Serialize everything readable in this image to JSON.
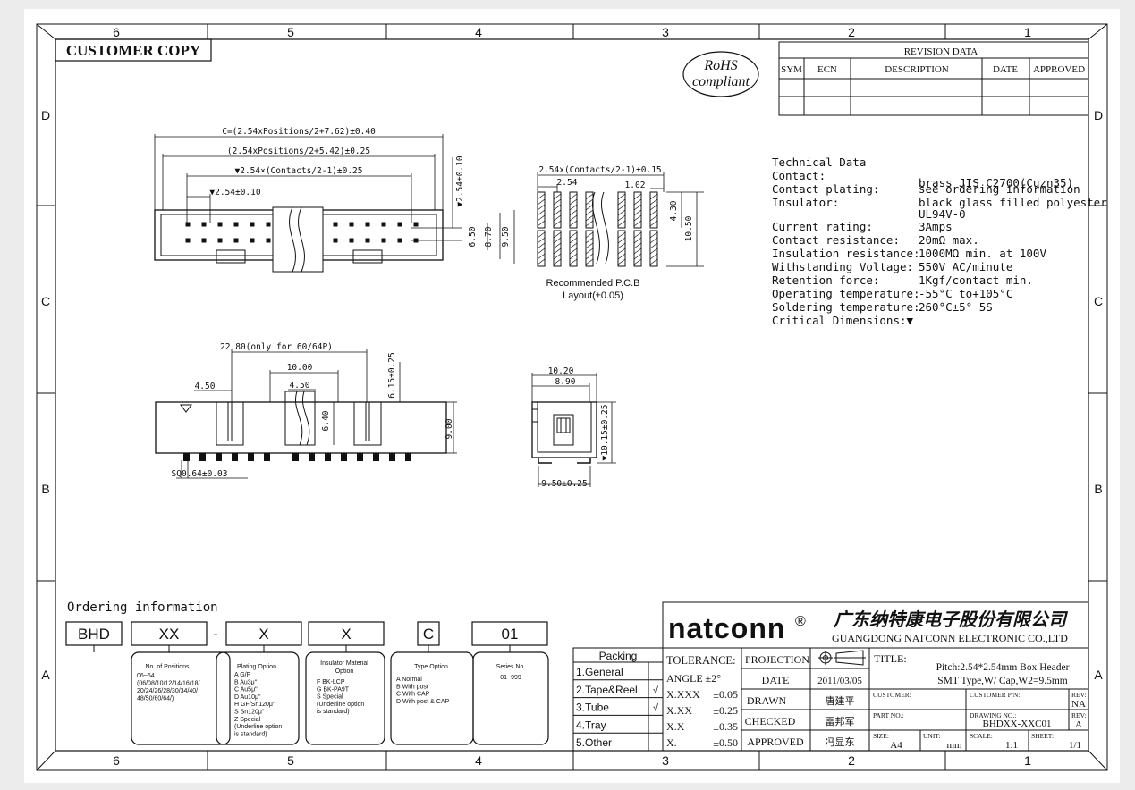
{
  "sheet": {
    "columns_top": [
      "6",
      "5",
      "4",
      "3",
      "2",
      "1"
    ],
    "columns_bottom": [
      "6",
      "5",
      "4",
      "3",
      "2",
      "1"
    ],
    "rows_left": [
      "D",
      "C",
      "B",
      "A"
    ],
    "rows_right": [
      "D",
      "C",
      "B",
      "A"
    ],
    "copy_label": "CUSTOMER COPY",
    "rohs_line1": "RoHS",
    "rohs_line2": "compliant"
  },
  "revision": {
    "title": "REVISION DATA",
    "headers": [
      "SYM",
      "ECN",
      "DESCRIPTION",
      "DATE",
      "APPROVED"
    ]
  },
  "dimensions": {
    "top_c": "C=(2.54xPositions/2+7.62)±0.40",
    "top_b": "(2.54xPositions/2+5.42)±0.25",
    "top_a": "▼2.54×(Contacts/2-1)±0.25",
    "pitch": "▼2.54±0.10",
    "right_254": "▼2.54±0.10",
    "h650": "6.50",
    "h870": "8.70",
    "h950": "9.50",
    "pcb_span": "2.54x(Contacts/2-1)±0.15",
    "pcb_254": "2.54",
    "pcb_102": "1.02",
    "pcb_430": "4.30",
    "pcb_1050": "10.50",
    "pcb_label1": "Recommended P.C.B",
    "pcb_label2": "Layout(±0.05)",
    "side_2280": "22.80(only for 60/64P)",
    "side_1000": "10.00",
    "side_450a": "4.50",
    "side_450b": "4.50",
    "side_615": "6.15±0.25",
    "side_640": "6.40",
    "side_900": "9.00",
    "side_sq": "SQ0.64±0.03",
    "end_1020": "10.20",
    "end_890": "8.90",
    "end_1015": "▼10.15±0.25",
    "end_950": "9.50±0.25"
  },
  "tech": {
    "title": "Technical Data",
    "rows": [
      {
        "label": "Contact:",
        "value": ""
      },
      {
        "label": "",
        "value": "brass JIS C2700(Cuzn35)"
      },
      {
        "label": "Contact plating:",
        "value": "see ordering information"
      },
      {
        "label": "Insulator:",
        "value": "black glass filled polyester"
      },
      {
        "label": "",
        "value": "UL94V-0"
      },
      {
        "label": "Current rating:",
        "value": "3Amps"
      },
      {
        "label": "Contact resistance:",
        "value": "20mΩ max."
      },
      {
        "label": "Insulation resistance:",
        "value": "1000MΩ min. at 100V"
      },
      {
        "label": "Withstanding Voltage:",
        "value": "550V AC/minute"
      },
      {
        "label": "Retention force:",
        "value": "1Kgf/contact min."
      },
      {
        "label": "Operating temperature:",
        "value": "-55°C to+105°C"
      },
      {
        "label": "Soldering temperature:",
        "value": "260°C±5° 5S"
      },
      {
        "label": "Critical Dimensions:▼",
        "value": ""
      }
    ]
  },
  "ordering": {
    "title": "Ordering information",
    "codes": [
      "BHD",
      "XX",
      "-",
      "X",
      "X",
      "C",
      "01"
    ],
    "positions_title": "No. of Positions",
    "positions_lines": [
      "06~64",
      "(06/08/10/12/14/16/18/",
      "20/24/26/28/30/34/40/",
      "48/50/60/64/)"
    ],
    "plating_title": "Plating Option",
    "plating_lines": [
      "A    G/F",
      "B    Au3μ\"",
      "C    Au5μ\"",
      "D    Au10μ\"",
      "H    GF/Sn120μ\"",
      "S    Sn120μ\"",
      "Z    Special",
      "(Underline option",
      "is standard)"
    ],
    "material_title1": "Insulator Material",
    "material_title2": "Option",
    "material_lines": [
      "F    BK-LCP",
      "G    BK-PA9T",
      "S    Special",
      "(Underline option",
      "is standard)"
    ],
    "type_title": "Type Option",
    "type_lines": [
      "A    Normal",
      "B    With post",
      "C    With CAP",
      "D    With post & CAP"
    ],
    "series_title": "Series No.",
    "series_lines": [
      "01~999"
    ]
  },
  "packing": {
    "title": "Packing",
    "items": [
      "1.General",
      "2.Tape&Reel",
      "3.Tube",
      "4.Tray",
      "5.Other"
    ],
    "checks": [
      "",
      "√",
      "√",
      "",
      ""
    ]
  },
  "tolerance": {
    "title": "TOLERANCE:",
    "rows": [
      {
        "label": "ANGLE ±2°",
        "value": ""
      },
      {
        "label": "X.XXX",
        "value": "±0.05"
      },
      {
        "label": "X.XX",
        "value": "±0.25"
      },
      {
        "label": "X.X",
        "value": "±0.35"
      },
      {
        "label": "X.",
        "value": "±0.50"
      }
    ]
  },
  "titleblock": {
    "brand": "natconn",
    "reg": "®",
    "company_cn": "广东纳特康电子股份有限公司",
    "company_en": "GUANGDONG NATCONN ELECTRONIC CO.,LTD",
    "projection": "PROJECTION",
    "date_label": "DATE",
    "date_value": "2011/03/05",
    "drawn_label": "DRAWN",
    "drawn_value": "唐建平",
    "checked_label": "CHECKED",
    "checked_value": "雷邦军",
    "approved_label": "APPROVED",
    "approved_value": "冯显东",
    "title_label": "TITLE:",
    "title_line1": "Pitch:2.54*2.54mm Box Header",
    "title_line2": "SMT Type,W/ Cap,W2=9.5mm",
    "customer_label": "CUSTOMER:",
    "customer_pn_label": "CUSTOMER P/N:",
    "rev_label": "REV:",
    "rev_value1": "NA",
    "partno_label": "PART NO.:",
    "drawing_no_label": "DRAWING NO.:",
    "drawing_no_value": "BHDXX-XXC01",
    "rev_value2": "A",
    "size_label": "SIZE:",
    "size_value": "A4",
    "unit_label": "UNIT:",
    "unit_value": "mm",
    "scale_label": "SCALE:",
    "scale_value": "1:1",
    "sheet_label": "SHEET:",
    "sheet_value": "1/1"
  }
}
